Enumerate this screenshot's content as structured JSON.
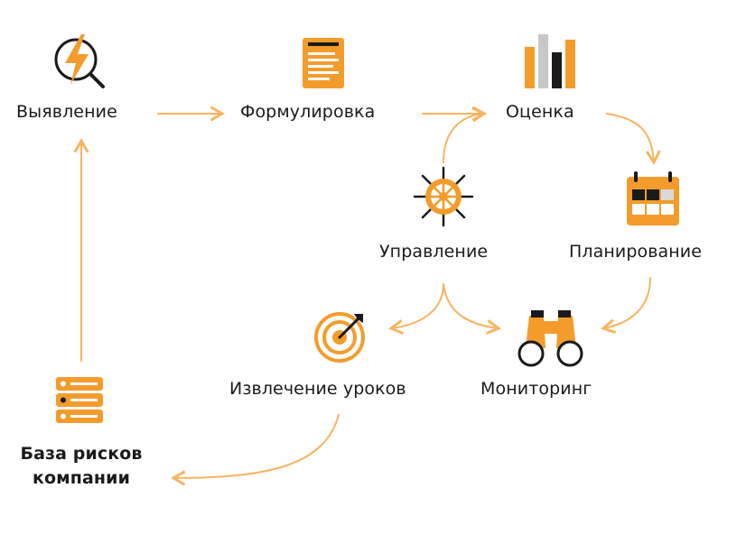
{
  "colors": {
    "accent": "#f39c2c",
    "accent_light": "#f7b45e",
    "ink": "#1a1a1a",
    "gray": "#c7c7c7"
  },
  "nodes": {
    "identification": {
      "label": "Выявление",
      "icon": "magnifier-lightning-icon"
    },
    "formulation": {
      "label": "Формулировка",
      "icon": "document-icon"
    },
    "assessment": {
      "label": "Оценка",
      "icon": "bar-chart-icon"
    },
    "planning": {
      "label": "Планирование",
      "icon": "calendar-icon"
    },
    "management": {
      "label": "Управление",
      "icon": "ship-wheel-icon"
    },
    "monitoring": {
      "label": "Мониторинг",
      "icon": "binoculars-icon"
    },
    "lessons": {
      "label": "Извлечение уроков",
      "icon": "target-icon"
    },
    "risk_base": {
      "label_line1": "База рисков",
      "label_line2": "компании",
      "icon": "server-database-icon"
    }
  }
}
